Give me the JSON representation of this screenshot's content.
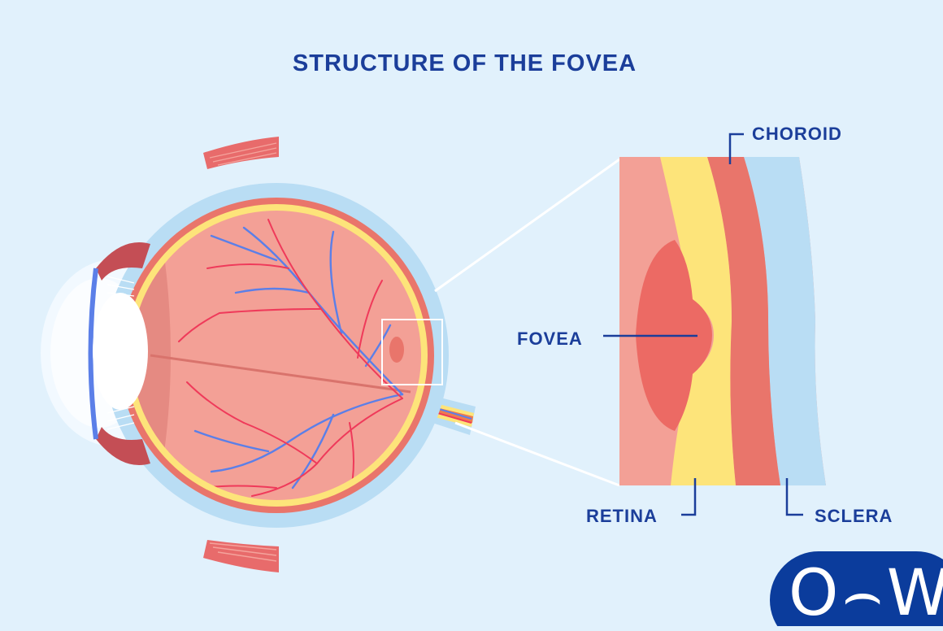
{
  "title": "STRUCTURE OF THE FOVEA",
  "labels": {
    "choroid": "CHOROID",
    "fovea": "FOVEA",
    "retina": "RETINA",
    "sclera": "SCLERA"
  },
  "logo": {
    "text": "O⌢W"
  },
  "colors": {
    "background": "#e1f1fc",
    "title": "#1b3e9a",
    "sclera": "#b9ddf4",
    "choroid": "#e9756b",
    "retina": "#fde47a",
    "vitreous": "#f3a096",
    "fovea_pit": "#ec6a64",
    "artery": "#ef3a5a",
    "vein": "#5b7fe8",
    "muscle": "#e86b6b",
    "logo_badge": "#0b3c9c"
  }
}
